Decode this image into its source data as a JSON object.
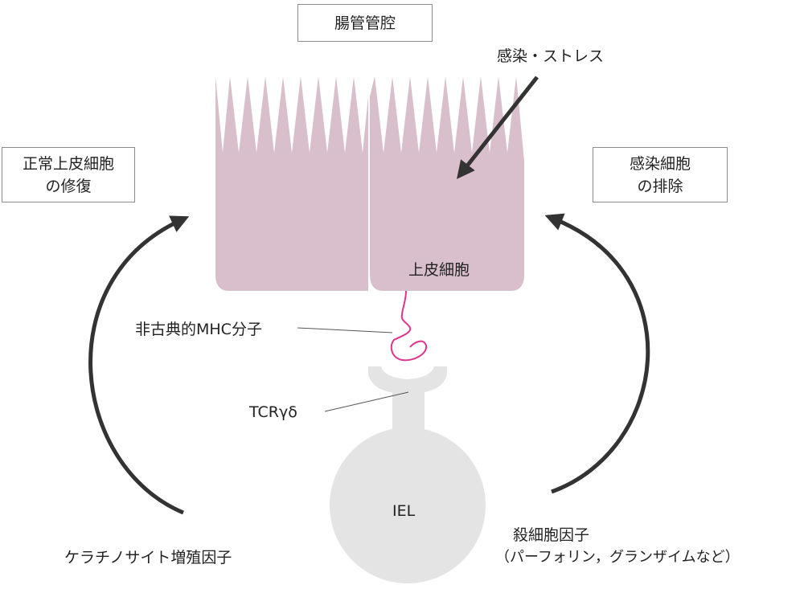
{
  "labels": {
    "lumen": "腸管管腔",
    "infection_stress": "感染・ストレス",
    "repair_line1": "正常上皮細胞",
    "repair_line2": "の修復",
    "elimination_line1": "感染細胞",
    "elimination_line2": "の排除",
    "epithelial_cell": "上皮細胞",
    "mhc": "非古典的MHC分子",
    "tcr": "TCRγδ",
    "iel": "IEL",
    "kgf": "ケラチノサイト増殖因子",
    "cytotoxic_line1": "殺細胞因子",
    "cytotoxic_line2": "（パーフォリン，グランザイムなど）"
  },
  "colors": {
    "epithelium": "#d9bfcc",
    "iel": "#e4e4e4",
    "mhc": "#e0358a",
    "arrow": "#333333",
    "leader": "#555555"
  }
}
